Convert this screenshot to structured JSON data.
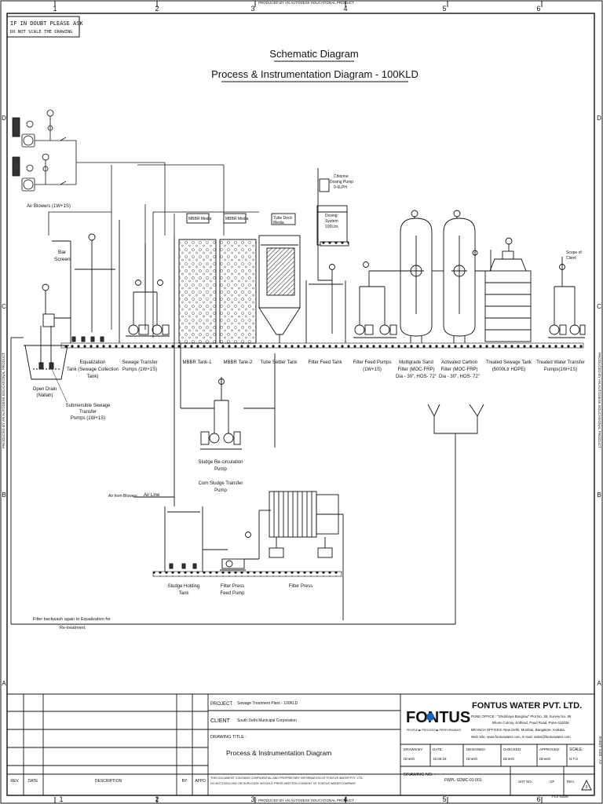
{
  "watermark": "PRODUCED BY AN AUTODESK EDUCATIONAL PRODUCT",
  "notice": {
    "line1": "IF IN DOUBT PLEASE ASK",
    "line2": "DO NOT SCALE THE DRAWING"
  },
  "grid": {
    "columns": [
      "1",
      "2",
      "3",
      "4",
      "5",
      "6"
    ],
    "rows_left": [
      "D",
      "C",
      "B",
      "A"
    ],
    "rows_right": [
      "D",
      "C",
      "B",
      "A"
    ]
  },
  "title": {
    "line1": "Schematic Diagram",
    "line2": "Process & Instrumentation Diagram - 100KLD"
  },
  "labels": {
    "air_blowers": "Air Blowers (1W+1S)",
    "bar_screen_1": "Bar",
    "bar_screen_2": "Screen",
    "mbbr_media_1": "MBBR Media",
    "mbbr_media_2": "MBBR Media",
    "tube_deck_1": "Tube Deck",
    "tube_deck_2": "Media",
    "chlorine_1": "Chlorine",
    "chlorine_2": "Dosing Pump",
    "chlorine_3": "0-6LPH",
    "dosing_1": "Dosing",
    "dosing_2": "System",
    "dosing_3": "100Ltrs",
    "scope_1": "Scope of",
    "scope_2": "Client",
    "open_drain_1": "Open Drain",
    "open_drain_2": "(Nallah)",
    "submersible_1": "Submersible Sewage",
    "submersible_2": "Transfer",
    "submersible_3": "Pumps (1W+1S)",
    "eq_tank_1": "Equalization",
    "eq_tank_2": "Tank (Sewage Collection",
    "eq_tank_3": "Tank)",
    "sewage_transfer_1": "Sewage Transfer",
    "sewage_transfer_2": "Pumps (1W+1S)",
    "mbbr1": "MBBR Tank-1",
    "mbbr2": "MBBR Tank-2",
    "tube_settler": "Tube Settler Tank",
    "filter_feed_tank": "Filter Feed Tank",
    "filter_feed_pumps_1": "Filter Feed Pumps",
    "filter_feed_pumps_2": "(1W+1S)",
    "msf_1": "Multigrade Sand",
    "msf_2": "Filter (MOC-FRP)",
    "msf_3": "Dia - 30\", HOS- 72\"",
    "acf_1": "Activated Carbon",
    "acf_2": "Filter (MOC-FRP)",
    "acf_3": "Dia - 30\", HOS- 72\"",
    "treated_tank_1": "Treated Sewage Tank",
    "treated_tank_2": "(5000Ltr HDPE)",
    "treated_pumps_1": "Treated Water Transfer",
    "treated_pumps_2": "Pumps(1W+1S)",
    "sludge_recirc_1": "Sludge Re-circulation",
    "sludge_recirc_2": "Pump",
    "sludge_recirc_3": "Cum Sludge Transfer",
    "sludge_recirc_4": "Pump",
    "air_from_blowers": "Air from Blowers",
    "air_line": "Air Line",
    "sludge_holding_1": "Sludge Holding",
    "sludge_holding_2": "Tank",
    "fp_feed_1": "Filter Press",
    "fp_feed_2": "Feed Pump",
    "filter_press": "Filter Press",
    "backwash_1": "Filter backwash again to Equalization for",
    "backwash_2": "Re-treatment."
  },
  "title_block": {
    "project_label": "PROJECT :",
    "project_value": "Sewage Treatment Plant - 100KLD",
    "client_label": "CLIENT",
    "client_value": "South Delhi Municipal Corporation",
    "drawing_title_label": "DRAWING TITLE :",
    "drawing_title_value": "Process & Instrumentation Diagram",
    "disclaimer_1": "THIS DOCUMENT CONTAINS CONFIDENTIAL AND PROPRIETARY INFORMATION OF FONTUS WATER PVT. LTD.",
    "disclaimer_2": "DO NOT DISCLOSE OR DUPLICATE WITHOUT PRIOR WRITTEN CONSENT OF FONTUS WATER COMPANY",
    "rev_header": "REV.",
    "date_header": "DATE",
    "description_header": "DESCRIPTION",
    "by_header": "BY",
    "appd_header": "APPD",
    "logo_text": "FONTUS",
    "logo_tagline": "PEOPLE ▶ PROCESS ▶ PERFORMANCE",
    "company": "FONTUS WATER PVT. LTD.",
    "addr_1": "PUNE OFFICE : \"Shubhaya Bunglow\" Plot No. 28, Survey No. 95",
    "addr_2": "Bhumi Colony, Kothrud, Paud Road, Pune-411038",
    "addr_3": "BRANCH OFFICES: New Delhi, Mumbai, Bangalore, Kolkata.",
    "addr_4": "Web Site: www.fontuswater.com, E-mail: sales@fontuswater.com",
    "drawn_by_label": "DRAWN BY:",
    "drawn_by_value": "Dinesh",
    "date_label": "DATE:",
    "date_value": "15.06.18",
    "designed_label": "DESIGNED:",
    "designed_value": "Dinesh",
    "checked_label": "CHECKED:",
    "checked_value": "Dinesh",
    "approved_label": "APPROVED:",
    "approved_value": "Dinesh",
    "scale_label": "SCALE:",
    "scale_value": "N.T.S",
    "drawing_no_label": "DRAWING NO. :",
    "drawing_no_value": "FWPL-SDMC-01-001",
    "sht_no_label": "SHT NO.",
    "of_label": "OF",
    "rev_label": "REV.",
    "rev_value": "0",
    "sheet_size": "SHEET SIZE - A3",
    "file_name": "FILE NAME"
  },
  "colors": {
    "line": "#111111",
    "paper": "#ffffff",
    "media": "#d9d9d9"
  }
}
